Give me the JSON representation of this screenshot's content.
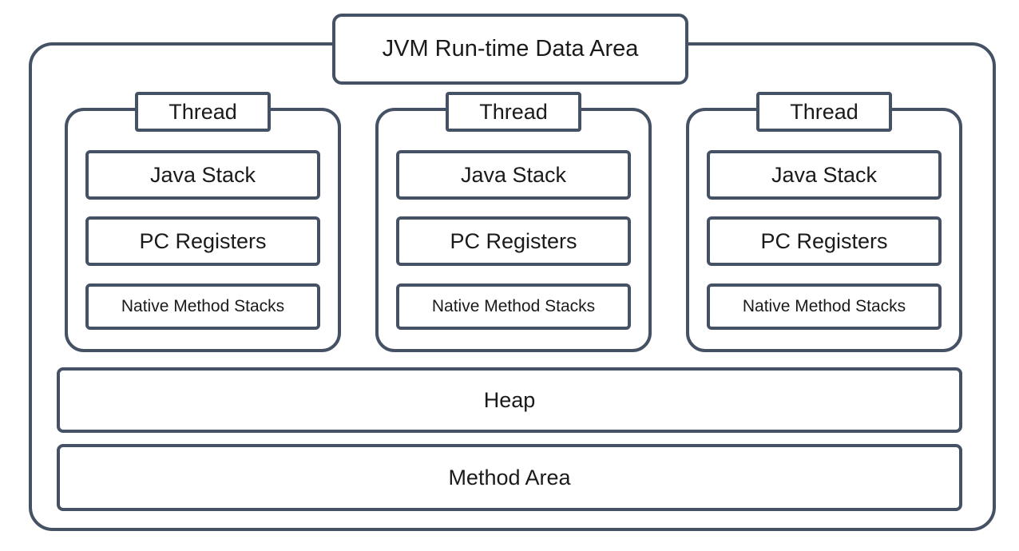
{
  "diagram": {
    "title": "JVM Run-time Data Area",
    "threads": [
      {
        "label": "Thread",
        "java_stack": "Java Stack",
        "pc_registers": "PC Registers",
        "native_method_stacks": "Native Method Stacks"
      },
      {
        "label": "Thread",
        "java_stack": "Java Stack",
        "pc_registers": "PC Registers",
        "native_method_stacks": "Native Method Stacks"
      },
      {
        "label": "Thread",
        "java_stack": "Java Stack",
        "pc_registers": "PC Registers",
        "native_method_stacks": "Native Method Stacks"
      }
    ],
    "heap_label": "Heap",
    "method_area_label": "Method Area",
    "colors": {
      "border": "#455164",
      "text": "#1a1a1a",
      "background": "#ffffff"
    }
  }
}
